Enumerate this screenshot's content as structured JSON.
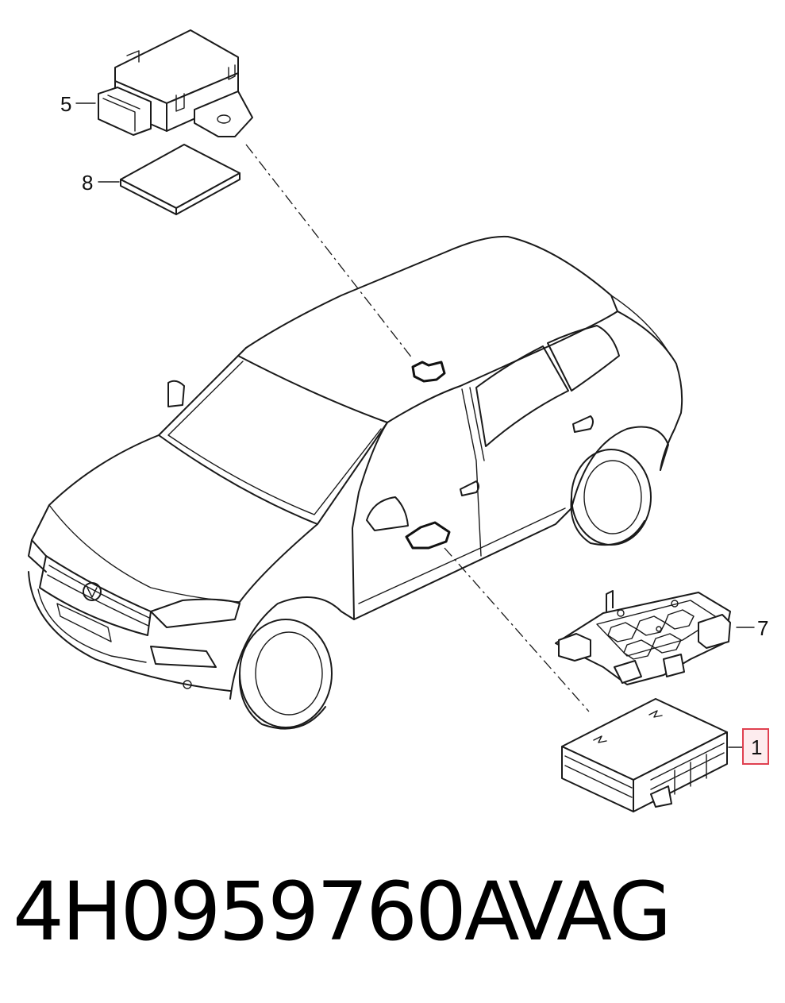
{
  "callouts": {
    "c1": "1",
    "c5": "5",
    "c7": "7",
    "c8": "8"
  },
  "caption": {
    "part_number": "4H0959760A",
    "maker": "VAG"
  },
  "colors": {
    "line": "#1a1a1a",
    "highlight_box": "#e04050",
    "highlight_fill": "#fdecee"
  },
  "icons": {
    "vehicle": "suv-outline-icon",
    "component_5": "control-module-with-bracket-icon",
    "component_8": "pad-icon",
    "component_7": "wiring-bracket-icon",
    "component_1": "control-unit-icon"
  }
}
